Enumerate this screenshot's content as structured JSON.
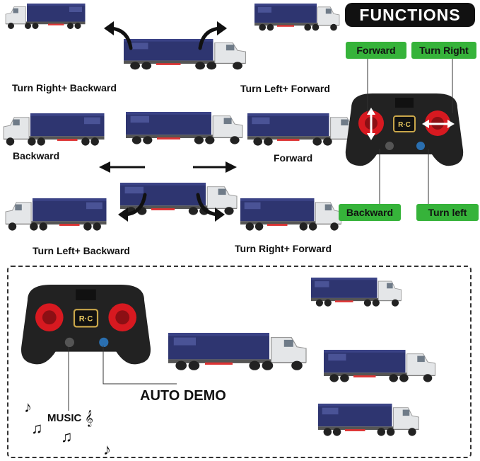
{
  "header": {
    "title": "FUNCTIONS"
  },
  "directions": {
    "turn_right_backward": "Turn Right+ Backward",
    "turn_left_forward": "Turn Left+ Forward",
    "backward": "Backward",
    "forward": "Forward",
    "turn_left_backward": "Turn Left+ Backward",
    "turn_right_forward": "Turn Right+ Forward"
  },
  "controller_labels": {
    "forward": "Forward",
    "turn_right": "Turn Right",
    "backward": "Backward",
    "turn_left": "Turn left"
  },
  "demo": {
    "auto_demo": "AUTO DEMO",
    "music": "MUSIC"
  },
  "colors": {
    "container": "#2e3570",
    "cab": "#e4e6e8",
    "button_green": "#36b33a",
    "stick_red": "#d71920",
    "controller": "#222222"
  }
}
